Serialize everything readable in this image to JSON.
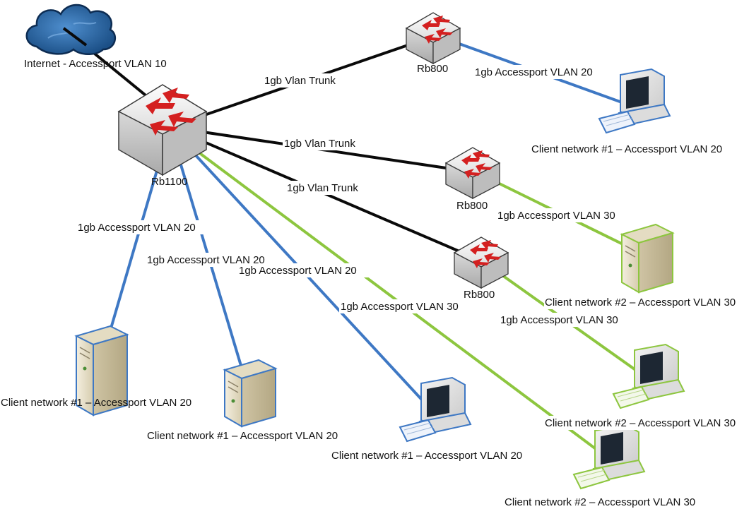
{
  "colors": {
    "trunk": "#0a0a0a",
    "vlan10": "#0a0a0a",
    "vlan20": "#3e78c4",
    "vlan30": "#8dc63f",
    "router_arrow": "#d42020",
    "router_body": "#e9e9e9"
  },
  "nodes": {
    "internet": {
      "icon": "cloud-icon",
      "label": "Internet - Accessport VLAN 10"
    },
    "core_router": {
      "icon": "router-icon",
      "label": "Rb1100"
    },
    "rb800_top": {
      "icon": "router-icon",
      "label": "Rb800"
    },
    "rb800_mid": {
      "icon": "router-icon",
      "label": "Rb800"
    },
    "rb800_low": {
      "icon": "router-icon",
      "label": "Rb800"
    },
    "client_pc_top_right": {
      "icon": "workstation-icon",
      "label": "Client network #1 – Accessport VLAN 20"
    },
    "client_tower_right": {
      "icon": "server-tower-icon",
      "label": "Client network #2 – Accessport VLAN 30"
    },
    "client_pc_right_mid": {
      "icon": "workstation-icon",
      "label": "Client network #2 – Accessport VLAN 30"
    },
    "client_tower_left": {
      "icon": "server-tower-icon",
      "label": "Client network #1 – Accessport VLAN 20"
    },
    "client_tower_center": {
      "icon": "server-tower-icon",
      "label": "Client network #1 – Accessport VLAN 20"
    },
    "client_pc_center": {
      "icon": "workstation-icon",
      "label": "Client network #1 – Accessport VLAN 20"
    },
    "client_pc_bottom": {
      "icon": "workstation-icon",
      "label": "Client network #2 – Accessport VLAN 30"
    }
  },
  "links": {
    "trunk_top": "1gb Vlan Trunk",
    "trunk_mid": "1gb Vlan Trunk",
    "trunk_low": "1gb Vlan Trunk",
    "access_top_right": "1gb Accessport VLAN 20",
    "access_mid_right": "1gb Accessport VLAN 30",
    "access_low_right": "1gb Accessport VLAN 30",
    "access_left": "1gb Accessport VLAN 20",
    "access_center": "1gb Accessport VLAN 20",
    "access_center_pc": "1gb Accessport VLAN 20",
    "access_bottom": "1gb Accessport VLAN 30"
  }
}
